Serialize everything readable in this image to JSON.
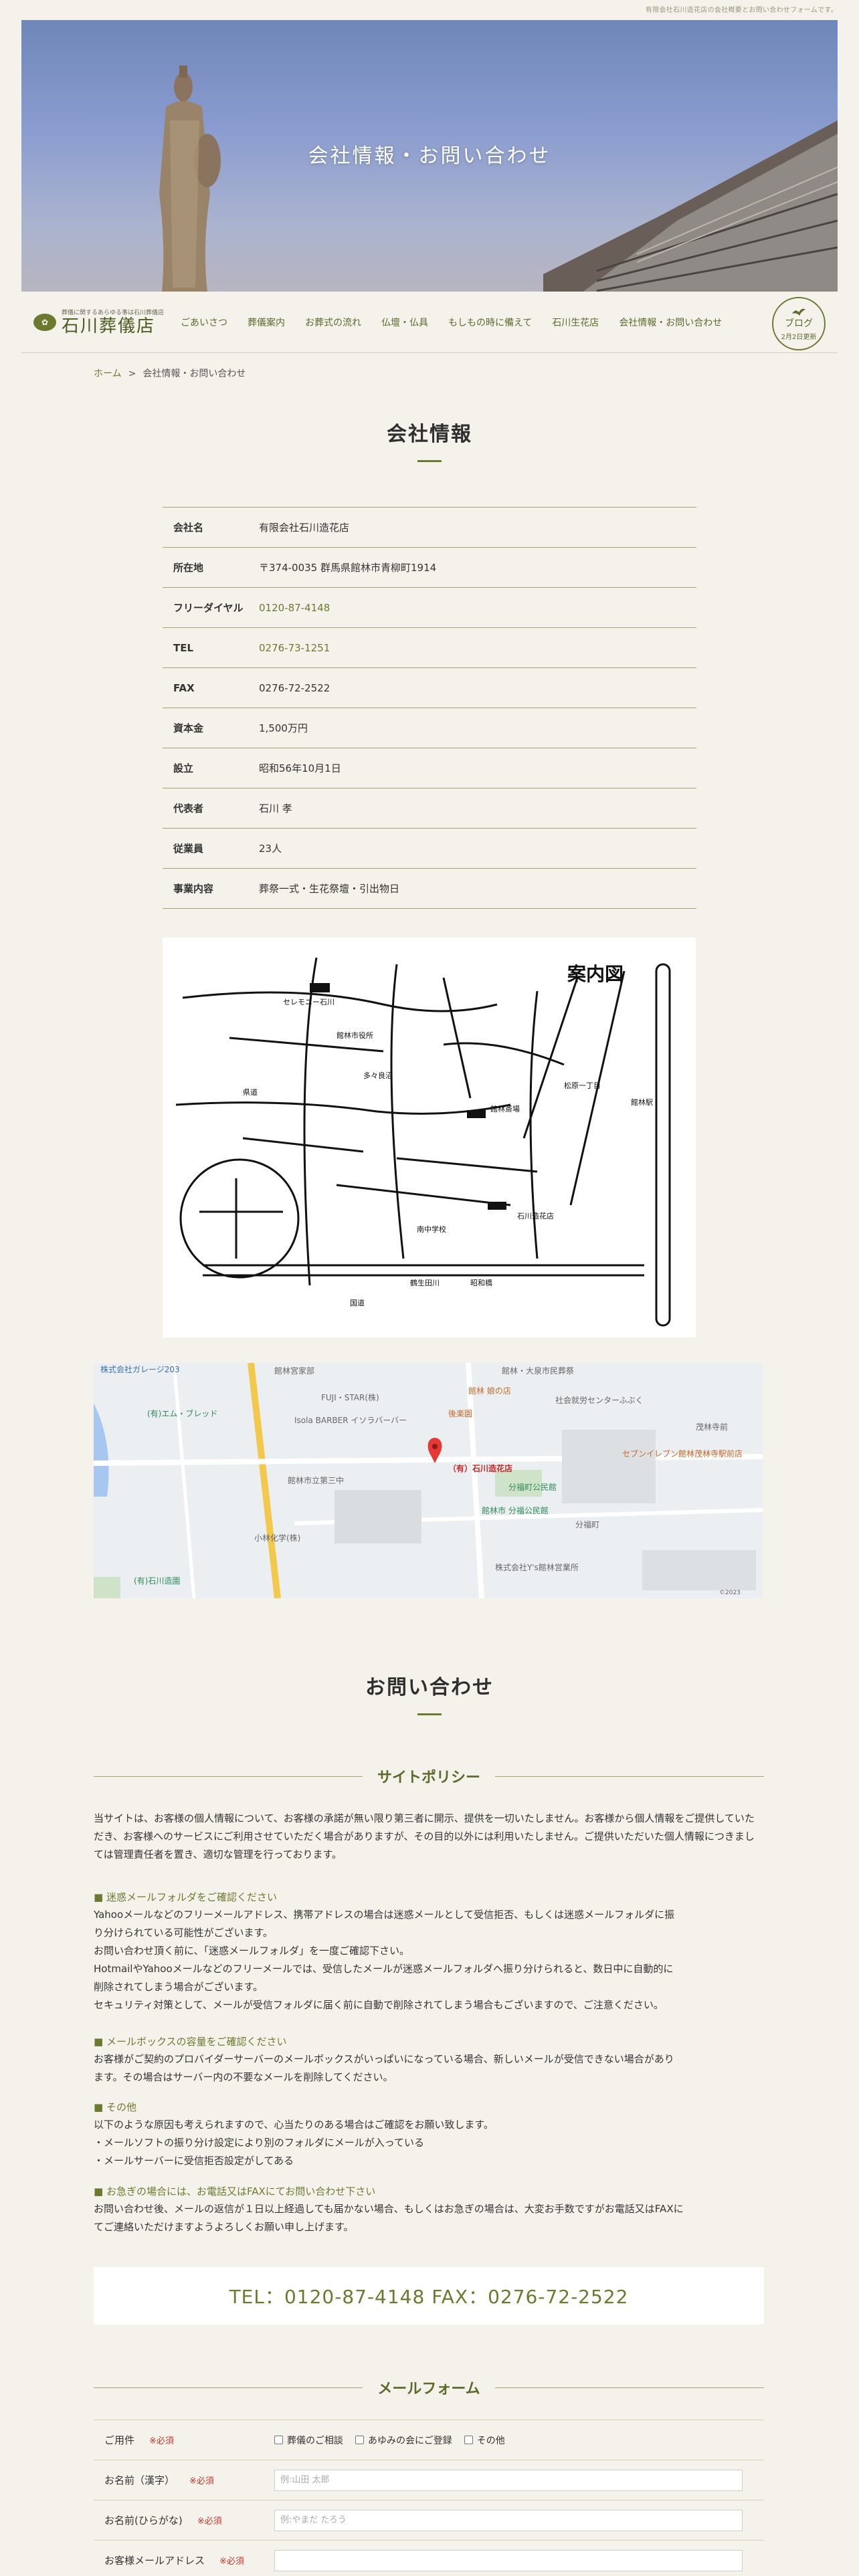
{
  "top_note": "有限会社石川造花店の会社概要とお問い合わせフォームです。",
  "hero": {
    "title": "会社情報・お問い合わせ"
  },
  "logo": {
    "tagline": "葬儀に関するあらゆる事は石川葬儀店",
    "name": "石川葬儀店"
  },
  "nav": {
    "items": [
      {
        "label": "ごあいさつ"
      },
      {
        "label": "葬儀案内"
      },
      {
        "label": "お葬式の流れ"
      },
      {
        "label": "仏壇・仏具"
      },
      {
        "label": "もしもの時に備えて"
      },
      {
        "label": "石川生花店"
      },
      {
        "label": "会社情報・お問い合わせ"
      }
    ],
    "blog": {
      "label": "ブログ",
      "updated": "2月2日更新"
    }
  },
  "breadcrumb": {
    "home": "ホーム",
    "separator": ">",
    "current": "会社情報・お問い合わせ"
  },
  "company": {
    "title": "会社情報",
    "rows": [
      {
        "key": "会社名",
        "value": "有限会社石川造花店"
      },
      {
        "key": "所在地",
        "value": "〒374-0035 群馬県館林市青柳町1914"
      },
      {
        "key": "フリーダイヤル",
        "value": "0120-87-4148"
      },
      {
        "key": "TEL",
        "value": "0276-73-1251"
      },
      {
        "key": "FAX",
        "value": "0276-72-2522"
      },
      {
        "key": "資本金",
        "value": "1,500万円"
      },
      {
        "key": "設立",
        "value": "昭和56年10月1日"
      },
      {
        "key": "代表者",
        "value": "石川 孝"
      },
      {
        "key": "従業員",
        "value": "23人"
      },
      {
        "key": "事業内容",
        "value": "葬祭一式・生花祭壇・引出物日"
      }
    ]
  },
  "handmap": {
    "title": "案内図",
    "labels": [
      "セレモニー石川",
      "館林市役所",
      "石川造花店",
      "館林斎場",
      "南中学校",
      "昭和橋",
      "多々良沼",
      "県道",
      "国道",
      "松原一丁目",
      "鶴生田川",
      "館林駅"
    ]
  },
  "gmap": {
    "pin_label": "（有）石川造花店",
    "labels": [
      "株式会社ガレージ203",
      "館林宮家部",
      "館林・大泉市民葬祭",
      "FUJI・STAR(株)",
      "館林 娘の店",
      "社会就労センターふぶく",
      "(有)エム・ブレッド",
      "Isola BARBER イソラバーバー",
      "後楽園",
      "館林市立第三中",
      "分福町公民館",
      "館林市 分福公民館",
      "セブンイレブン館林茂林寺駅前店",
      "茂林寺前",
      "小林化学(株)",
      "分福町",
      "(有)石川造園",
      "株式会社Y's館林営業所"
    ],
    "copyright": "©2023"
  },
  "contact": {
    "title": "お問い合わせ",
    "policy_title": "サイトポリシー",
    "policy_text": "当サイトは、お客様の個人情報について、お客様の承諾が無い限り第三者に開示、提供を一切いたしません。お客様から個人情報をご提供していただき、お客様へのサービスにご利用させていただく場合がありますが、その目的以外には利用いたしません。ご提供いただいた個人情報につきましては管理責任者を置き、適切な管理を行っております。",
    "sections": [
      {
        "head": "■ 迷惑メールフォルダをご確認ください",
        "lines": [
          "Yahooメールなどのフリーメールアドレス、携帯アドレスの場合は迷惑メールとして受信拒否、もしくは迷惑メールフォルダに振",
          "り分けられている可能性がございます。",
          "お問い合わせ頂く前に、「迷惑メールフォルダ」を一度ご確認下さい。",
          "HotmailやYahooメールなどのフリーメールでは、受信したメールが迷惑メールフォルダへ振り分けられると、数日中に自動的に",
          "削除されてしまう場合がございます。",
          "セキュリティ対策として、メールが受信フォルダに届く前に自動で削除されてしまう場合もございますので、ご注意ください。"
        ]
      },
      {
        "head": "■ メールボックスの容量をご確認ください",
        "lines": [
          "お客様がご契約のプロバイダーサーバーのメールボックスがいっぱいになっている場合、新しいメールが受信できない場合があり",
          "ます。その場合はサーバー内の不要なメールを削除してください。"
        ]
      },
      {
        "head": "■ その他",
        "lines": [
          "以下のような原因も考えられますので、心当たりのある場合はご確認をお願い致します。",
          "・メールソフトの振り分け設定により別のフォルダにメールが入っている",
          "・メールサーバーに受信拒否設定がしてある"
        ]
      },
      {
        "head": "■ お急ぎの場合には、お電話又はFAXにてお問い合わせ下さい",
        "lines": [
          "お問い合わせ後、メールの返信が１日以上経過しても届かない場合、もしくはお急ぎの場合は、大変お手数ですがお電話又はFAXに",
          "てご連絡いただけますようよろしくお願い申し上げます。"
        ]
      }
    ],
    "phone_box": "TEL：0120-87-4148  FAX：0276-72-2522"
  },
  "form": {
    "title": "メールフォーム",
    "required": "※必須",
    "inquiry_label": "ご用件",
    "options": [
      "葬儀のご相談",
      "あゆみの会にご登録",
      "その他"
    ],
    "name_label": "お名前（漢字）",
    "name_placeholder": "例:山田 太郎",
    "kana_label": "お名前(ひらがな)",
    "kana_placeholder": "例:やまだ たろう",
    "email_label": "お客様メールアドレス"
  },
  "colors": {
    "accent": "#6c7a30",
    "required": "#c0392b",
    "background": "#f5f2ec"
  }
}
